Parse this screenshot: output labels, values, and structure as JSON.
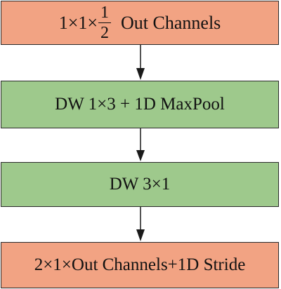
{
  "colors": {
    "orange_block": "#f2a383",
    "green_block": "#9ec98c",
    "border": "#2a2a2a",
    "arrow": "#1a1a1a"
  },
  "blocks": {
    "b1": {
      "prefix": "1×1×",
      "frac_num": "1",
      "frac_den": "2",
      "suffix": "Out Channels"
    },
    "b2": {
      "label": "DW 1×3 + 1D MaxPool"
    },
    "b3": {
      "label": "DW 3×1"
    },
    "b4": {
      "label": "2×1×Out Channels+1D Stride"
    }
  }
}
